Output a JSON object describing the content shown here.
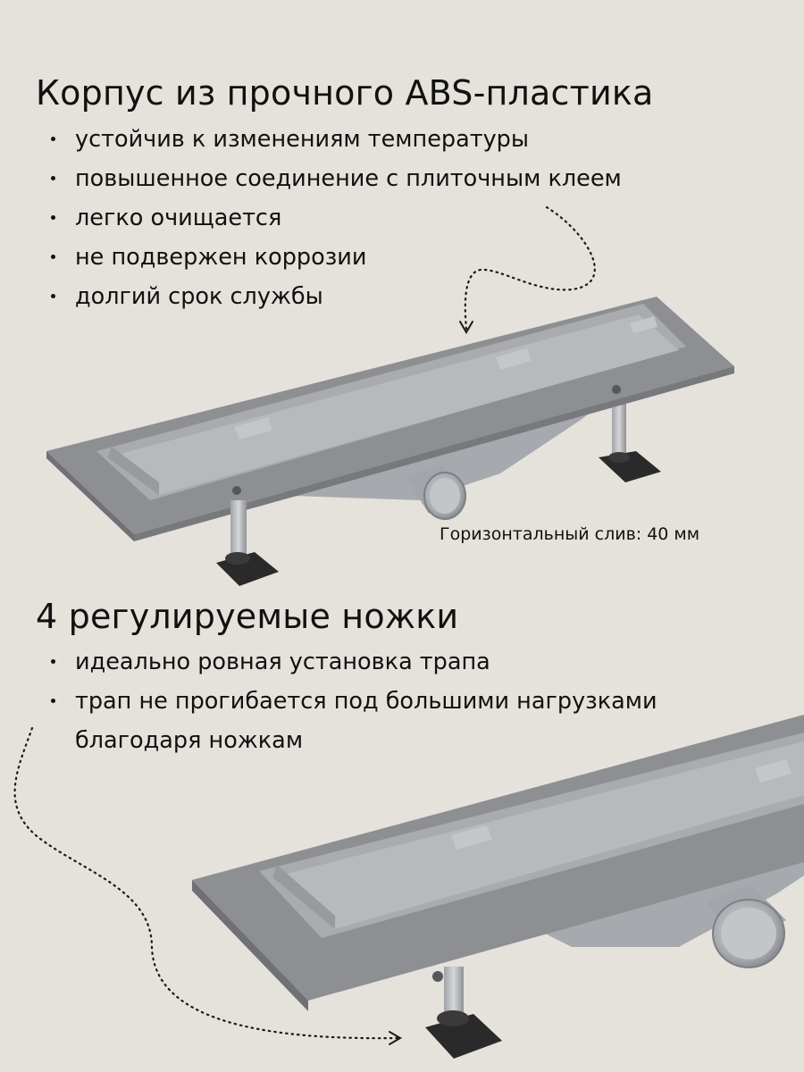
{
  "section1": {
    "title": "Корпус из прочного ABS-пластика",
    "bullets": [
      "устойчив к изменениям температуры",
      "повышенное соединение с плиточным клеем",
      "легко очищается",
      "не подвержен коррозии",
      "долгий срок службы"
    ]
  },
  "drain_label": "Горизонтальный слив: 40 мм",
  "section2": {
    "title": "4 регулируемые ножки",
    "bullets": [
      "идеально ровная установка трапа",
      "трап не прогибается под большими нагрузками"
    ],
    "bullet_continuation": "благодаря ножкам"
  },
  "colors": {
    "background": "#e5e2dc",
    "text": "#111111",
    "plate": "#8d8f93",
    "channel": "#a9abae",
    "metal": "#b9bcc0",
    "foot": "#2a2a2a"
  }
}
